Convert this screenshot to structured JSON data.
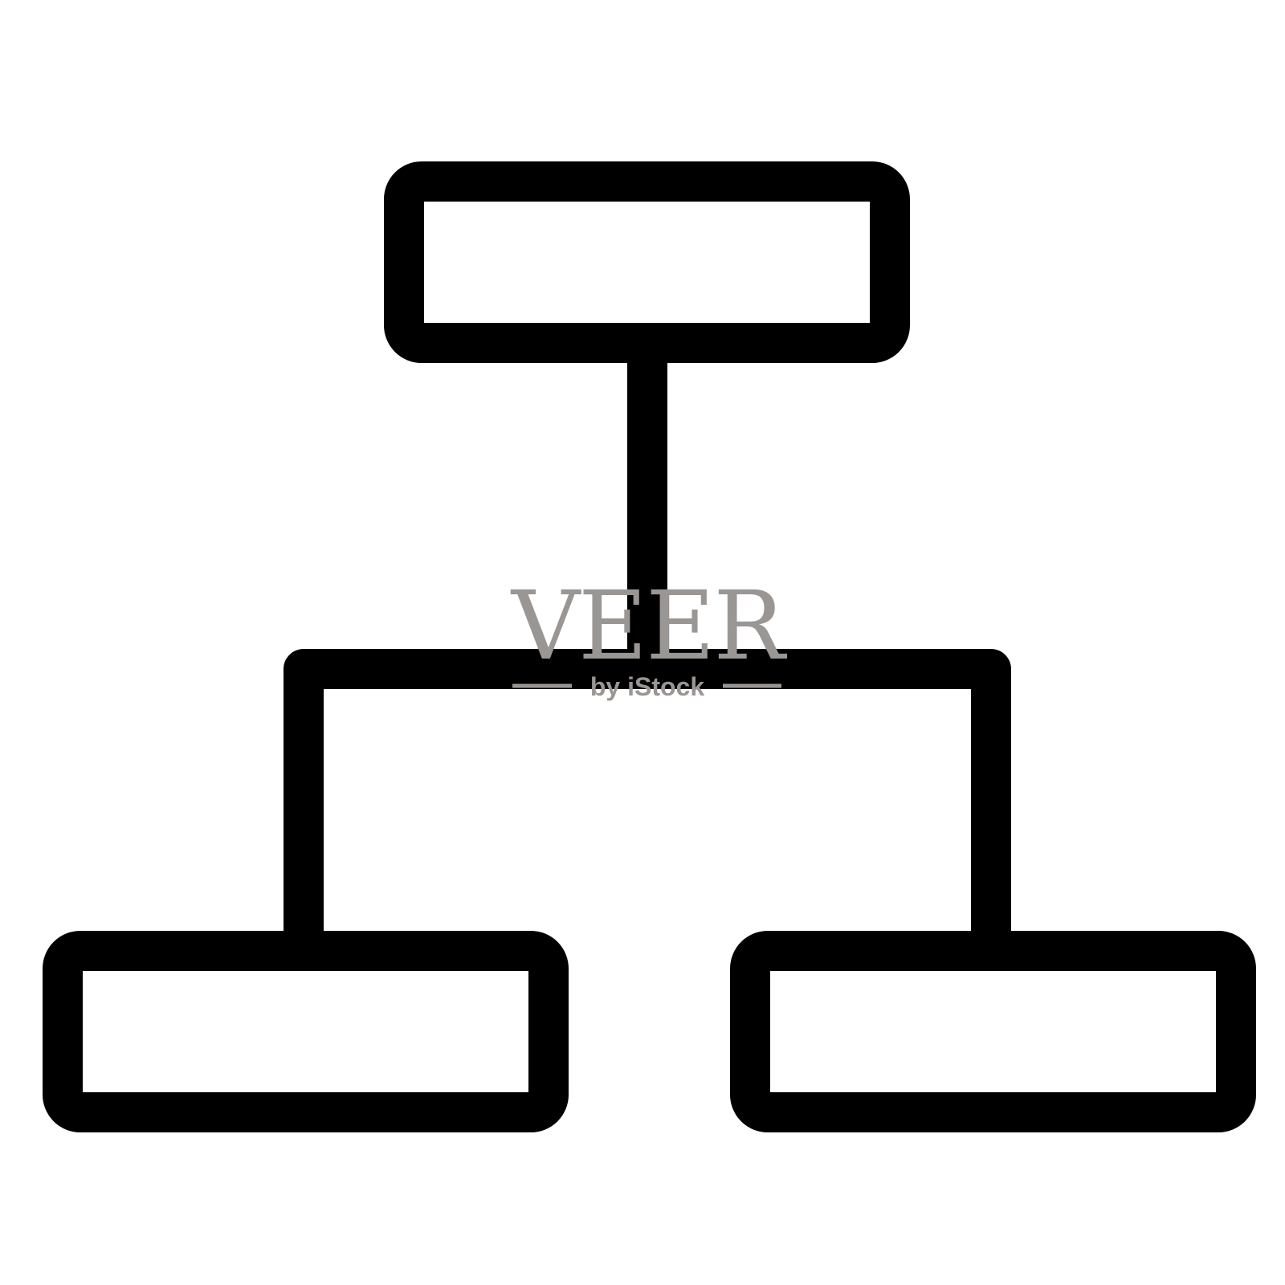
{
  "diagram": {
    "type": "hierarchy-icon",
    "stroke_color": "#000000",
    "background_color": "#ffffff",
    "nodes": [
      {
        "id": "root",
        "label": ""
      },
      {
        "id": "child-left",
        "label": ""
      },
      {
        "id": "child-right",
        "label": ""
      }
    ],
    "edges": [
      {
        "from": "root",
        "to": "child-left"
      },
      {
        "from": "root",
        "to": "child-right"
      }
    ]
  },
  "watermark": {
    "brand": "VEER",
    "sub": "by iStock",
    "color": "#9a9694"
  }
}
